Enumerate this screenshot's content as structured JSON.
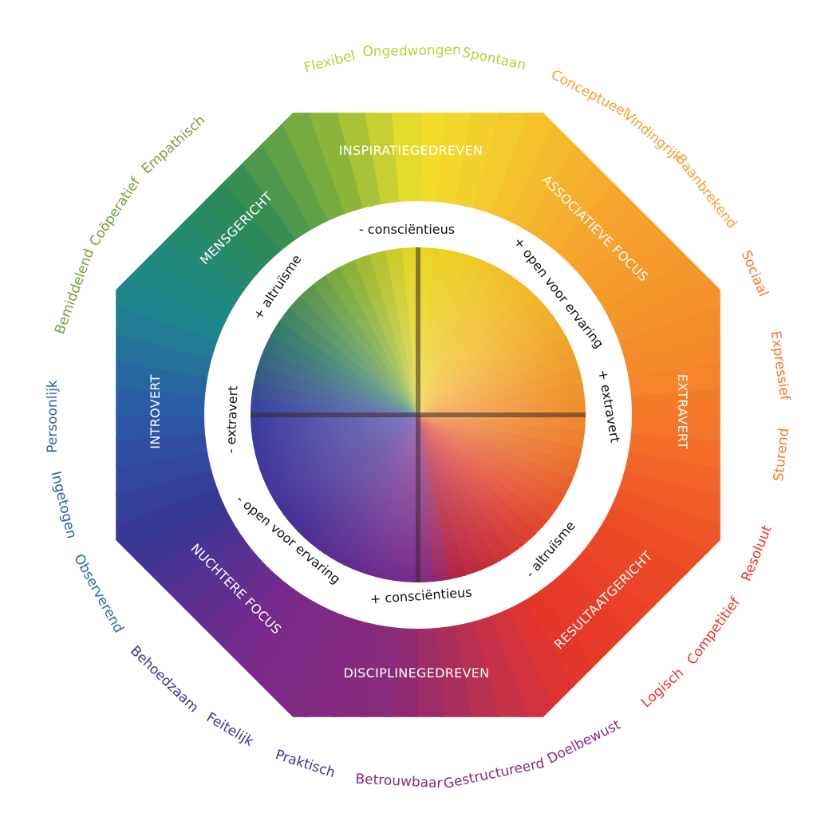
{
  "colors": {
    "yellow": "#f2e22a",
    "yellow_green": "#c6d73a",
    "green": "#7fae3c",
    "dark_green": "#2f8a55",
    "teal": "#1d8a8a",
    "blue": "#2a58a8",
    "indigo": "#3a3694",
    "purple": "#7a2a8c",
    "magenta": "#8a2a78",
    "red": "#e4342a",
    "red_orange": "#ee4a26",
    "orange": "#f5882a",
    "light_orange": "#f6a82c"
  },
  "ring_labels": {
    "inspiratiegedreven": "INSPIRATIEGEDREVEN",
    "associatieve_focus": "ASSOCIATIEVE FOCUS",
    "extravert": "EXTRAVERT",
    "resultaatgericht": "RESULTAATGERICHT",
    "disciplinegedreven": "DISCIPLINEGEDREVEN",
    "nuchtere_focus": "NUCHTERE FOCUS",
    "introvert": "INTROVERT",
    "mensgericht": "MENSGERICHT"
  },
  "trait_labels": {
    "min_conscientieus": "- consciëntieus",
    "plus_open": "+ open voor ervaring",
    "plus_extravert": "+ extravert",
    "min_altruisme": "- altruïsme",
    "plus_conscientieus": "+ consciëntieus",
    "min_open": "- open voor ervaring",
    "min_extravert": "- extravert",
    "plus_altruisme": "+ altruïsme"
  },
  "outer_words": {
    "flexibel": "Flexibel",
    "ongedwongen": "Ongedwongen",
    "spontaan": "Spontaan",
    "conceptueel": "Conceptueel",
    "vindingrijk": "Vindingrijk",
    "baanbrekend": "Baanbrekend",
    "sociaal": "Sociaal",
    "expressief": "Expressief",
    "sturend": "Sturend",
    "resoluut": "Resoluut",
    "competitief": "Competitief",
    "logisch": "Logisch",
    "doelbewust": "Doelbewust",
    "gestructureerd": "Gestructureerd",
    "betrouwbaar": "Betrouwbaar",
    "praktisch": "Praktisch",
    "feitelijk": "Feitelijk",
    "behoedzaam": "Behoedzaam",
    "observerend": "Observerend",
    "ingetogen": "Ingetogen",
    "persoonlijk": "Persoonlijk",
    "bemiddelend": "Bemiddelend",
    "cooperatief": "Coöperatief",
    "empathisch": "Empathisch"
  }
}
